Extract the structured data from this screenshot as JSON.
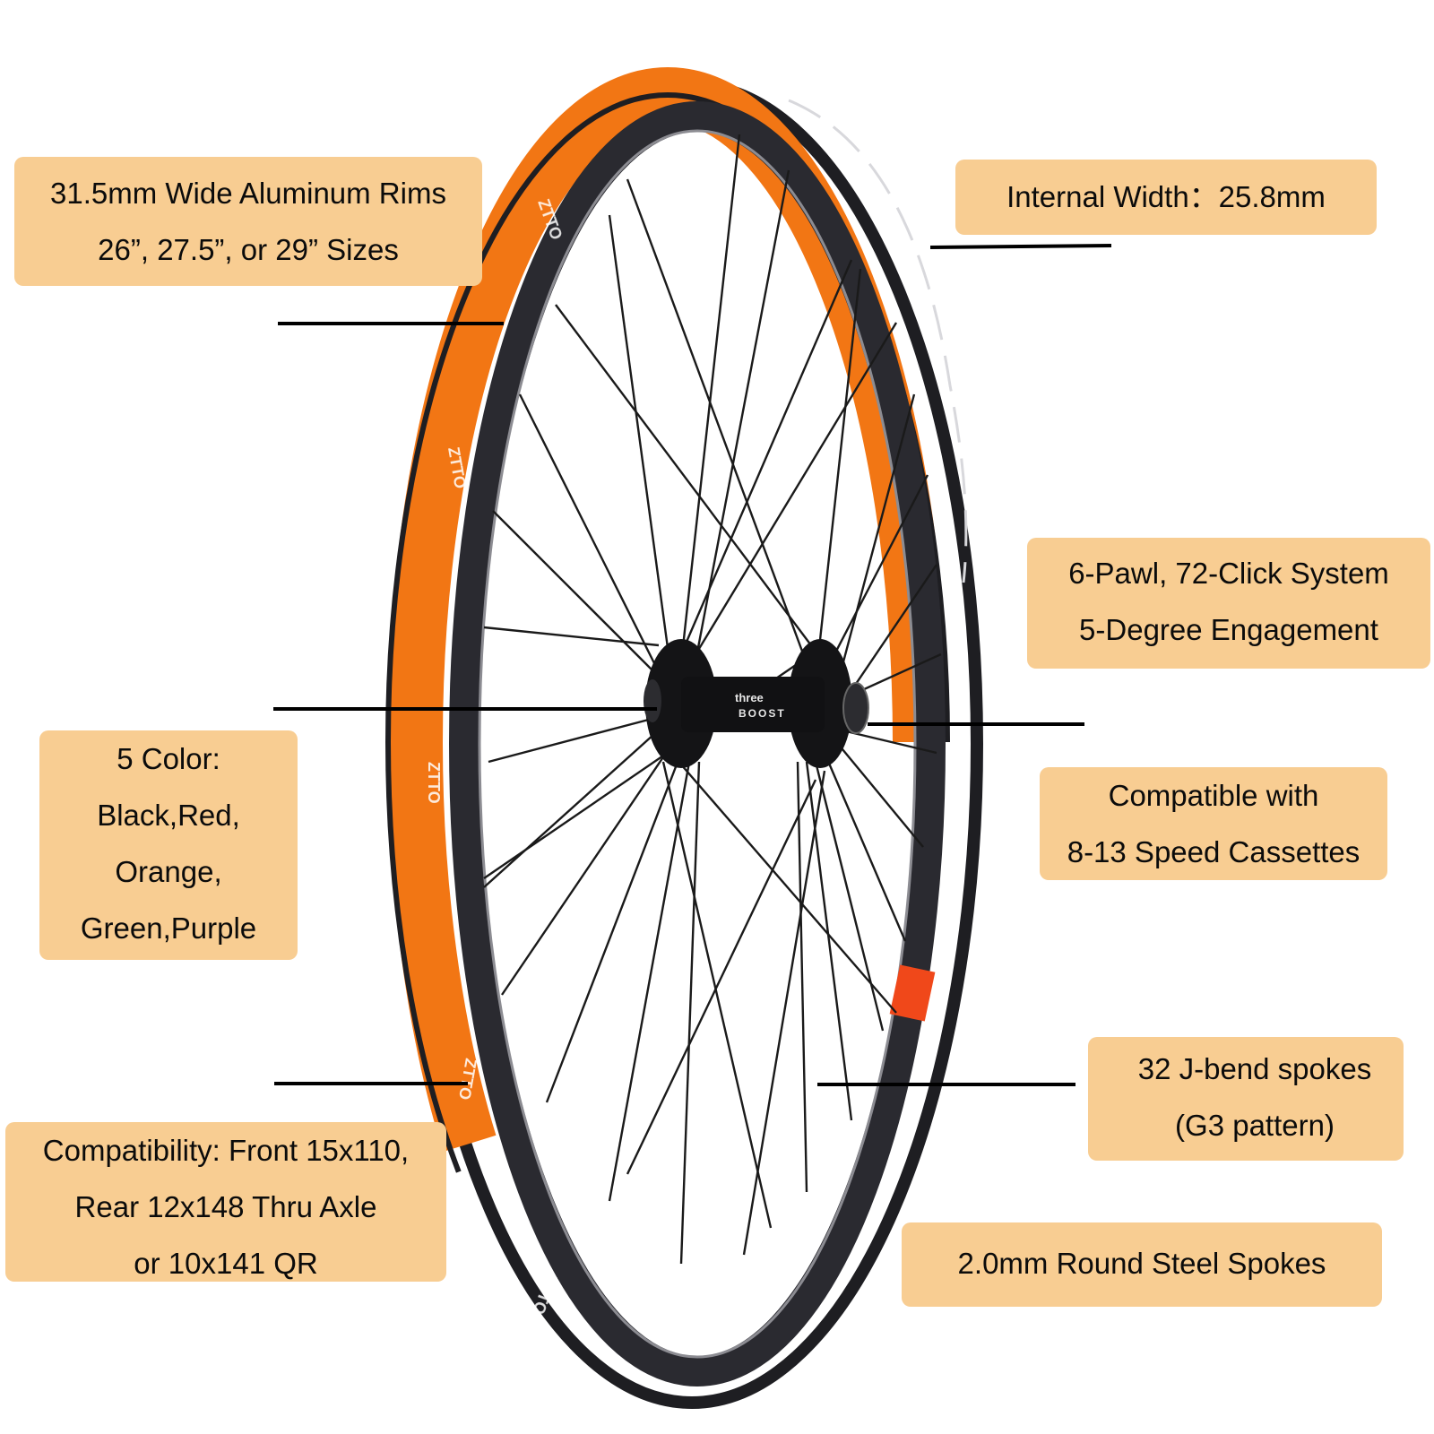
{
  "product": {
    "hub_logo": {
      "line1": "three",
      "line2": "BOOST"
    },
    "rim_decal": "ZTTO",
    "colors": {
      "callout_bg": "#f8cd92",
      "rim_orange": "#f27614",
      "rim_black": "#1e1e22",
      "leader_line": "#000000"
    }
  },
  "callouts": {
    "rim_width": {
      "line1": "31.5mm Wide Aluminum Rims",
      "line2": "26”, 27.5”, or 29” Sizes"
    },
    "internal_width": {
      "line1": "Internal Width：25.8mm"
    },
    "pawl_system": {
      "line1": "6-Pawl, 72-Click System",
      "line2": "5-Degree Engagement"
    },
    "colors": {
      "line1": "5 Color:",
      "line2": "Black,Red,",
      "line3": "Orange,",
      "line4": "Green,Purple"
    },
    "cassette": {
      "line1": "Compatible with",
      "line2": "8-13 Speed Cassettes"
    },
    "axle": {
      "line1": "Compatibility: Front 15x110,",
      "line2": "Rear 12x148 Thru Axle",
      "line3": "or 10x141 QR"
    },
    "spokes_pattern": {
      "line1": "32 J-bend spokes",
      "line2": "(G3 pattern)"
    },
    "spokes_material": {
      "line1": "2.0mm Round Steel Spokes"
    }
  }
}
